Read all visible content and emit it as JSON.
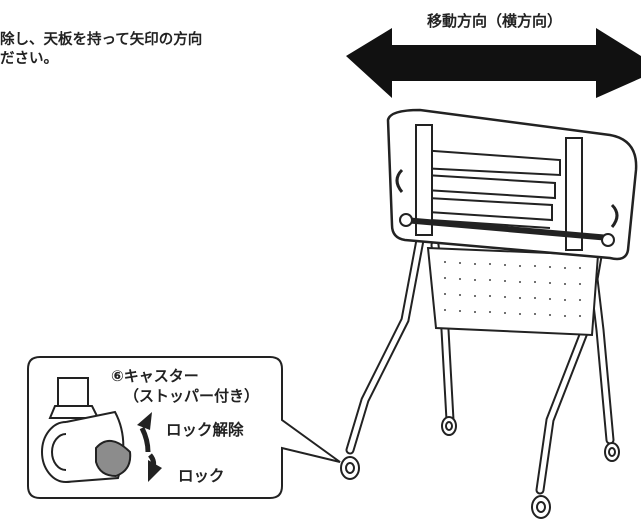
{
  "instruction": {
    "line1": "除し、天板を持って矢印の方向",
    "line2": "ださい。"
  },
  "direction_label": "移動方向（横方向）",
  "callout": {
    "caster_title": "⑥キャスター",
    "caster_sub": "（ストッパー付き）",
    "unlock_label": "ロック解除",
    "lock_label": "ロック"
  },
  "colors": {
    "arrow": "#111111",
    "line": "#222222",
    "table_top": "#ffffff",
    "stopper": "#8c8c8c"
  }
}
